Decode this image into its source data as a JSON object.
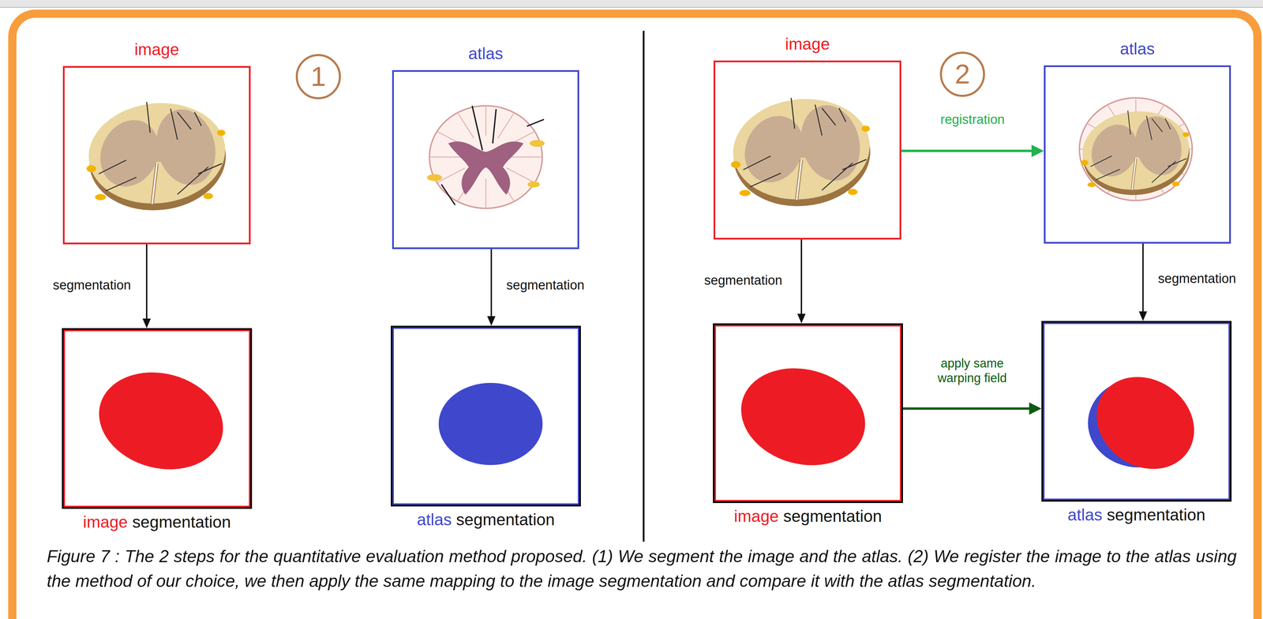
{
  "diagram": {
    "caption": "Figure 7 : The 2 steps for the quantitative evaluation method proposed. (1) We segment the image and the atlas. (2) We register the image to the atlas using the method of our choice, we then apply the same mapping to the image segmentation and compare it with the atlas segmentation.",
    "nodes": [
      {
        "text": [
          "image"
        ]
      },
      {
        "text": [
          "atlas"
        ]
      },
      {
        "text": [
          "image",
          "segmentation"
        ]
      },
      {
        "text": [
          "atlas",
          "segmentation"
        ]
      },
      {
        "text": [
          "image"
        ]
      },
      {
        "text": [
          "atlas"
        ]
      },
      {
        "text": [
          "image",
          "segmentation"
        ]
      },
      {
        "text": [
          "atlas",
          "segmentation"
        ]
      }
    ],
    "edges": [
      {
        "from": 0,
        "to": 2,
        "arrow": "to",
        "label": "segmentation"
      },
      {
        "from": 1,
        "to": 3,
        "arrow": "to",
        "label": "segmentation"
      },
      {
        "from": 4,
        "to": 5,
        "arrow": "to",
        "label": "registration"
      },
      {
        "from": 4,
        "to": 6,
        "arrow": "to",
        "label": "segmentation"
      },
      {
        "from": 5,
        "to": 7,
        "arrow": "to",
        "label": "segmentation"
      },
      {
        "from": 6,
        "to": 7,
        "arrow": "to",
        "label": "apply same warping field"
      }
    ],
    "labels": [
      "1",
      "2"
    ]
  }
}
